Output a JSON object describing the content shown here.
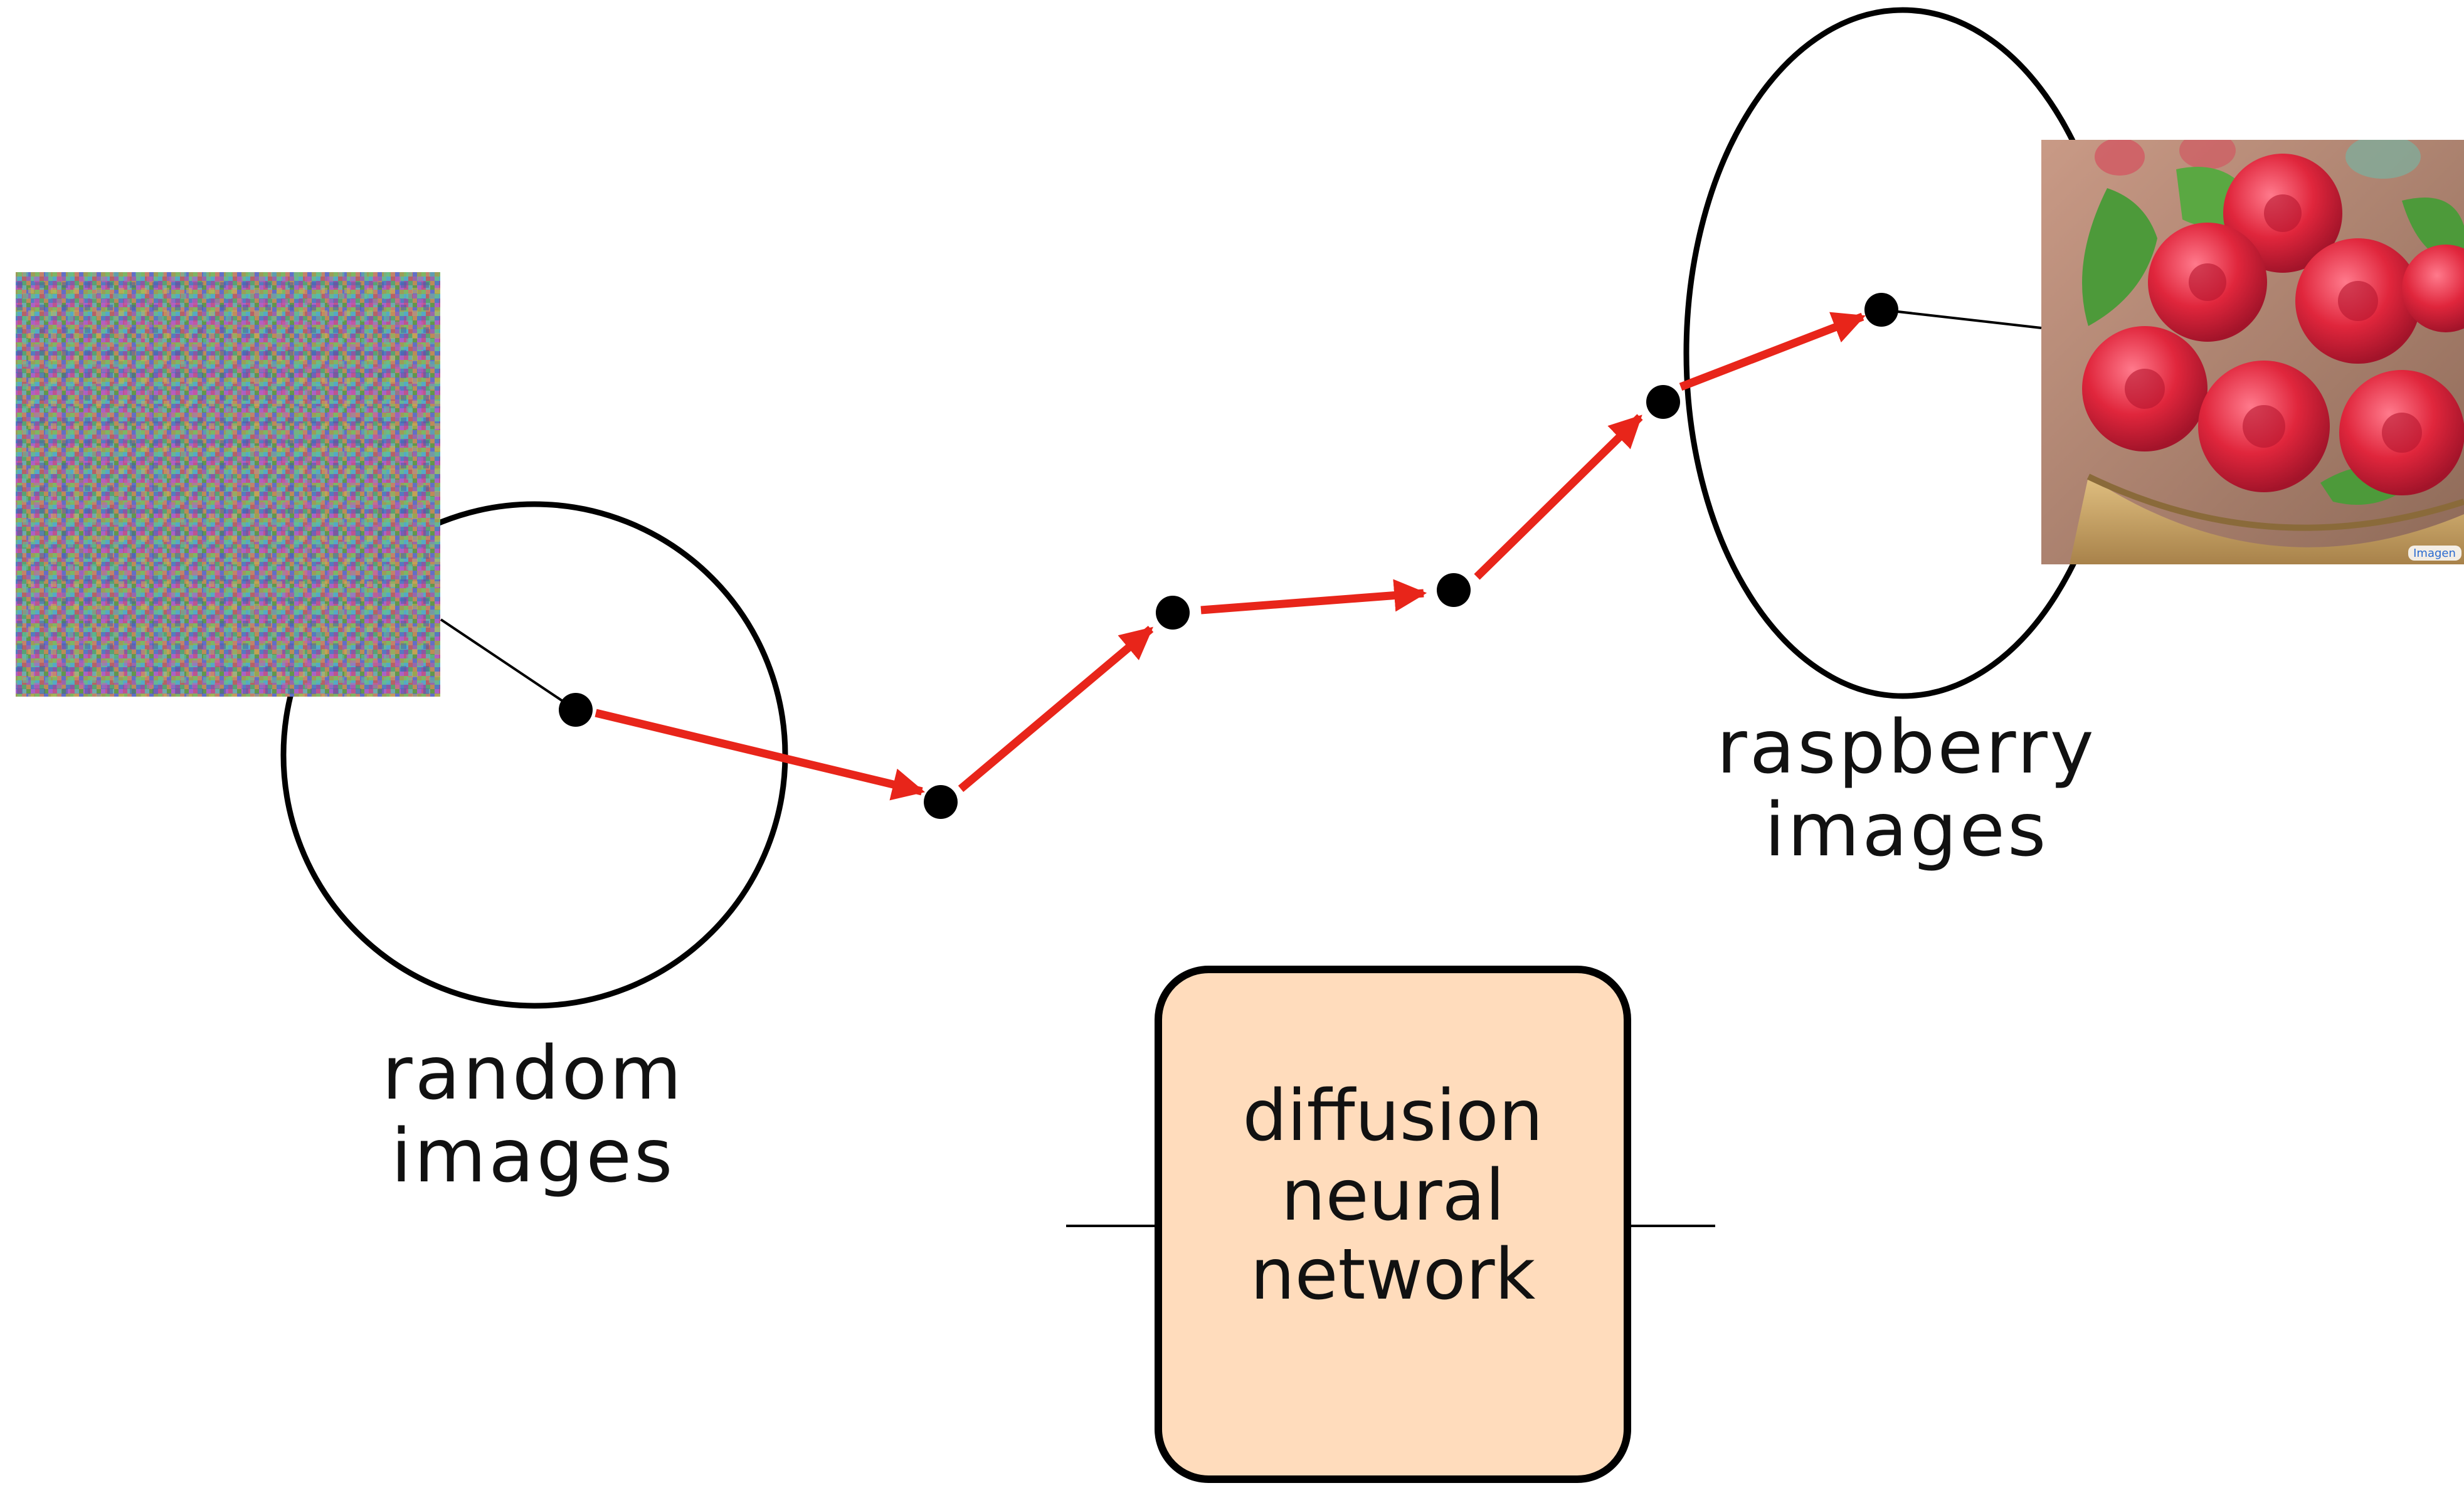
{
  "diagram": {
    "random_set_label": [
      "random",
      "images"
    ],
    "raspberry_set_label": [
      "raspberry",
      "images"
    ],
    "network_label": [
      "diffusion",
      "neural",
      "network"
    ],
    "photo_watermark": "Imagen",
    "trajectory_points": 6,
    "colors": {
      "arrow": "#e8251a",
      "outline": "#000000",
      "network_box_fill": "#ffdcbc",
      "raspberry": "#e0263c",
      "leaf": "#4d9a3a",
      "basket": "#c9a467"
    },
    "icons": {
      "noise_image": "random-noise-image",
      "raspberry_image": "raspberry-photo"
    }
  }
}
